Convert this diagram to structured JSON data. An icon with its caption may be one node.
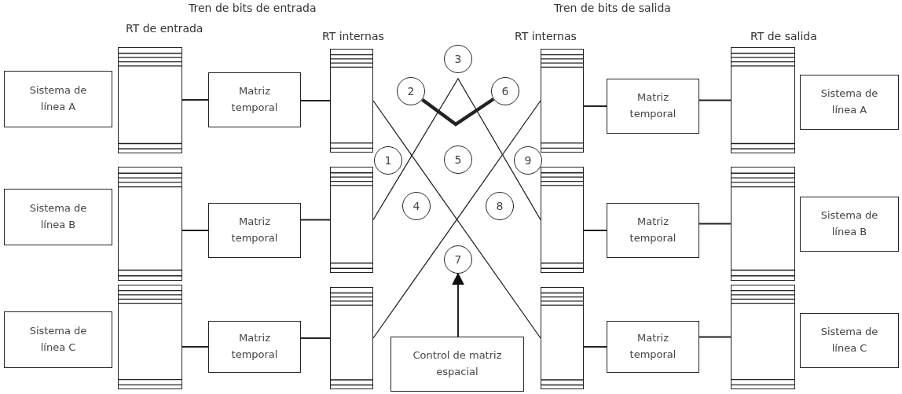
{
  "diagram": {
    "nodes": [
      {
        "text": [
          "Sistema de línea A"
        ]
      },
      {
        "text": [],
        "shape": "box"
      },
      {
        "text": [
          "Matriz temporal"
        ]
      },
      {
        "text": [],
        "shape": "box"
      },
      {
        "text": [
          "Sistema de línea B"
        ]
      },
      {
        "text": [],
        "shape": "box"
      },
      {
        "text": [
          "Matriz temporal"
        ]
      },
      {
        "text": [],
        "shape": "box"
      },
      {
        "text": [
          "Sistema de línea C"
        ]
      },
      {
        "text": [],
        "shape": "box"
      },
      {
        "text": [
          "Matriz temporal"
        ]
      },
      {
        "text": [],
        "shape": "box"
      },
      {
        "text": [
          "3"
        ]
      },
      {
        "text": [
          "2"
        ]
      },
      {
        "text": [
          "6"
        ]
      },
      {
        "text": [
          "1"
        ]
      },
      {
        "text": [
          "5"
        ]
      },
      {
        "text": [
          "9"
        ]
      },
      {
        "text": [
          "4"
        ]
      },
      {
        "text": [
          "8"
        ]
      },
      {
        "text": [
          "7"
        ]
      },
      {
        "text": [],
        "shape": "box"
      },
      {
        "text": [
          "Matriz temporal"
        ]
      },
      {
        "text": [],
        "shape": "box"
      },
      {
        "text": [
          "Sistema de línea A"
        ]
      },
      {
        "text": [],
        "shape": "box"
      },
      {
        "text": [
          "Matriz temporal"
        ]
      },
      {
        "text": [],
        "shape": "box"
      },
      {
        "text": [
          "Sistema de línea B"
        ]
      },
      {
        "text": [],
        "shape": "box"
      },
      {
        "text": [
          "Matriz temporal"
        ]
      },
      {
        "text": [],
        "shape": "box"
      },
      {
        "text": [
          "Sistema de línea C"
        ]
      },
      {
        "text": [
          "Control de matriz espacial"
        ]
      }
    ],
    "edges": [
      {
        "from": 1,
        "to": 2,
        "arrow": "none"
      },
      {
        "from": 2,
        "to": 3,
        "arrow": "none"
      },
      {
        "from": 5,
        "to": 6,
        "arrow": "none"
      },
      {
        "from": 6,
        "to": 7,
        "arrow": "none"
      },
      {
        "from": 9,
        "to": 10,
        "arrow": "none"
      },
      {
        "from": 10,
        "to": 11,
        "arrow": "none"
      },
      {
        "from": 21,
        "to": 22,
        "arrow": "none"
      },
      {
        "from": 22,
        "to": 23,
        "arrow": "none"
      },
      {
        "from": 25,
        "to": 26,
        "arrow": "none"
      },
      {
        "from": 26,
        "to": 27,
        "arrow": "none"
      },
      {
        "from": 29,
        "to": 30,
        "arrow": "none"
      },
      {
        "from": 30,
        "to": 31,
        "arrow": "none"
      },
      {
        "from": 3,
        "to": 29,
        "arrow": "none"
      },
      {
        "from": 11,
        "to": 21,
        "arrow": "none"
      },
      {
        "from": 7,
        "to": 25,
        "arrow": "none"
      },
      {
        "from": 13,
        "to": 14,
        "arrow": "none",
        "style": "thick"
      },
      {
        "from": 33,
        "to": 20,
        "arrow": "to"
      }
    ],
    "labels": [
      "Tren de bits de entrada",
      "RT de entrada",
      "RT internas",
      "Tren de bits de salida",
      "RT internas",
      "RT de salida"
    ]
  }
}
